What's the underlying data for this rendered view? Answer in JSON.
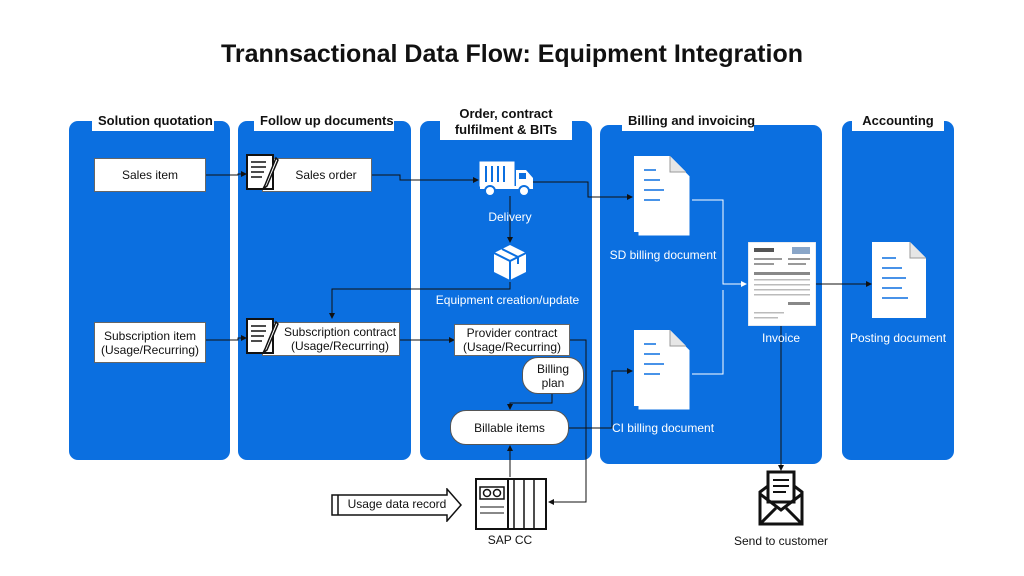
{
  "title": "Trannsactional Data Flow: Equipment Integration",
  "lanes": {
    "quotation": "Solution quotation",
    "followup": "Follow up documents",
    "order": "Order, contract fulfilment & BITs",
    "billing": "Billing and invoicing",
    "accounting": "Accounting"
  },
  "nodes": {
    "sales_item": "Sales item",
    "subscription_item": "Subscription item (Usage/Recurring)",
    "sales_order": "Sales order",
    "subscription_contract": "Subscription contract (Usage/Recurring)",
    "delivery": "Delivery",
    "equipment": "Equipment creation/update",
    "provider_contract": "Provider contract (Usage/Recurring)",
    "billing_plan": "Billing plan",
    "billable_items": "Billable items",
    "sd_billing": "SD billing document",
    "ci_billing": "CI billing document",
    "invoice": "Invoice",
    "posting": "Posting document",
    "send": "Send to customer",
    "usage_record": "Usage data record",
    "sap_cc": "SAP CC"
  },
  "colors": {
    "lane": "#0b6fe0",
    "text": "#111111",
    "white": "#ffffff"
  },
  "icons": [
    "document-pen-icon",
    "truck-icon",
    "box-icon",
    "document-icon",
    "invoice-icon",
    "envelope-icon",
    "server-icon",
    "arrow-icon"
  ]
}
